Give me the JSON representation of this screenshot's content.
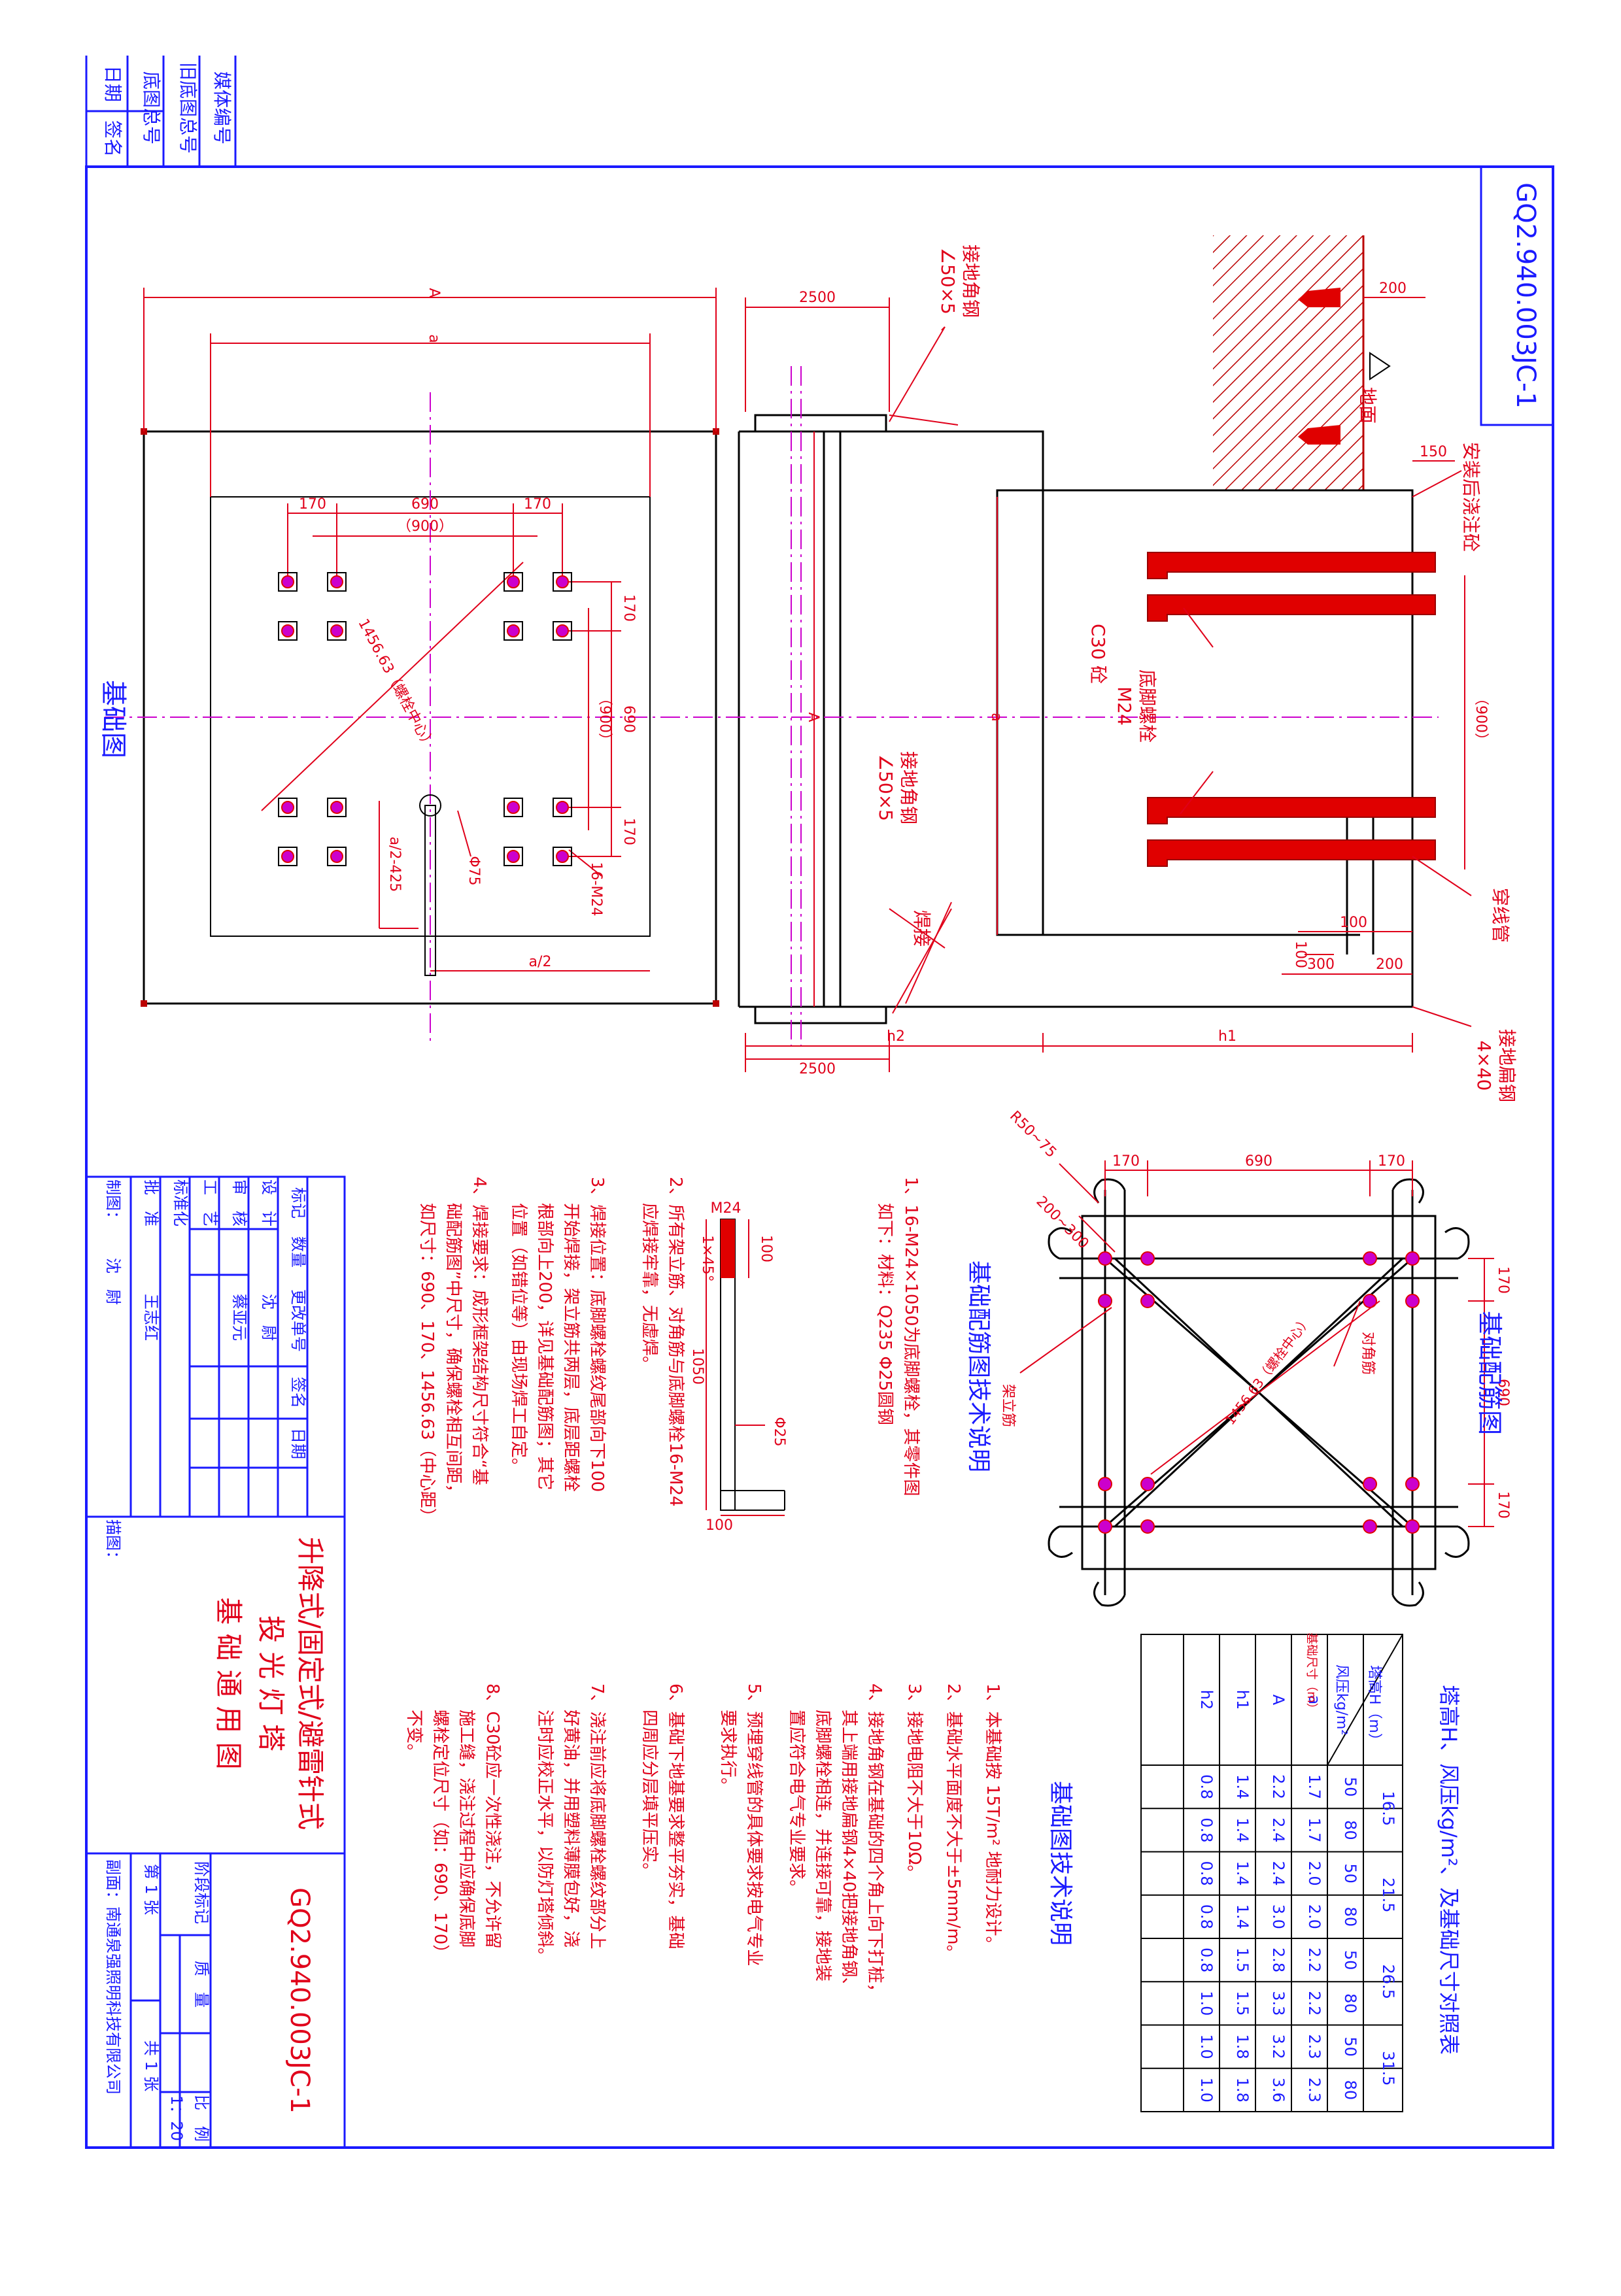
{
  "colors": {
    "frame": "#1a1aff",
    "dim": "#e0001a",
    "center": "#cc00cc",
    "line": "#000000",
    "bolt": "#ff0000"
  },
  "side_strip": {
    "media_no": "媒体编号",
    "old_base_total": "旧底图总号",
    "base_total": "底图总号",
    "date": "日期",
    "sign": "签名"
  },
  "drawing_no_box": "GQ2.940.003JC-1",
  "foundation_view": {
    "title": "基础图",
    "A": "A",
    "a": "a",
    "d690": "690",
    "d170a": "170",
    "d170b": "170",
    "d900": "（900）",
    "v170a": "170",
    "v690": "690",
    "v900": "（900）",
    "v170b": "170",
    "diag": "1456.63（螺栓中心）",
    "phi75": "Φ75",
    "bolt_note": "16-M24",
    "a2_425": "a/2-425",
    "a2": "a/2"
  },
  "section_view": {
    "d2500_top": "2500",
    "d2500_bot": "2500",
    "angle_top_1": "接地角钢",
    "angle_top_2": "∠50×5",
    "angle_mid_1": "接地角钢",
    "angle_mid_2": "∠50×5",
    "weld": "焊接",
    "c30": "C30 砼",
    "A": "A",
    "a": "a",
    "bolt_1": "底脚螺栓",
    "bolt_2": "M24",
    "h2": "h2",
    "h1": "h1",
    "d200_top": "200",
    "ground": "地面",
    "d150": "150",
    "pour_after": "安装后浇注砼",
    "d900": "（900）",
    "conduit": "穿线管",
    "d100a": "100",
    "d100b": "100",
    "d300": "300",
    "d200b": "200",
    "flat_1": "接地扁钢",
    "flat_2": "4×40"
  },
  "rebar_view": {
    "title": "基础配筋图",
    "d170a": "170",
    "d690": "690",
    "d170b": "170",
    "v170a": "170",
    "v690": "690",
    "v170b": "170",
    "r50": "R50~75",
    "r200": "200~300",
    "diag": "1456.63（螺栓中心）",
    "pair_bar": "对角筋",
    "frame_bar": "架立筋"
  },
  "table": {
    "title": "塔高H、风压kg/m²、及基础尺寸对照表",
    "corner_top": "塔高H（m）",
    "corner_mid": "风压kg/m²",
    "corner_bot": "基础尺寸（m）",
    "heights": [
      "16.5",
      "21.5",
      "26.5",
      "31.5"
    ],
    "winds": [
      "50",
      "80",
      "50",
      "80",
      "50",
      "80",
      "50",
      "80"
    ],
    "rows": [
      {
        "label": "a",
        "values": [
          "1.7",
          "1.7",
          "2.0",
          "2.0",
          "2.2",
          "2.2",
          "2.3",
          "2.3"
        ]
      },
      {
        "label": "A",
        "values": [
          "2.2",
          "2.4",
          "2.4",
          "3.0",
          "2.8",
          "3.3",
          "3.2",
          "3.6"
        ]
      },
      {
        "label": "h1",
        "values": [
          "1.4",
          "1.4",
          "1.4",
          "1.4",
          "1.5",
          "1.5",
          "1.8",
          "1.8"
        ]
      },
      {
        "label": "h2",
        "values": [
          "0.8",
          "0.8",
          "0.8",
          "0.8",
          "0.8",
          "1.0",
          "1.0",
          "1.0"
        ]
      }
    ]
  },
  "rebar_notes": {
    "title": "基础配筋图技术说明",
    "n1": "1、16-M24×1050为底脚螺栓，其零件图",
    "n1b": "如下：材料：Q235 Φ25圆钢",
    "n2": "2、所有架立筋、对角筋与底脚螺栓16-M24",
    "n2b": "应焊接牢靠，无虚焊。",
    "n3": "3、焊接位置：底脚螺栓螺纹尾部向下100",
    "n3b": "开始焊接，架立筋共两层，底层距螺栓",
    "n3c": "根部向上200，详见基础配筋图；其它",
    "n3d": "位置（如错位等）由现场焊工自定。",
    "n4": "4、焊接要求：成形框架结构尺寸符合“基",
    "n4b": "础配筋图”中尺寸，确保螺栓相互间距，",
    "n4c": "如尺寸：690、170、1456.63（中心距）"
  },
  "bolt_detail": {
    "m24": "M24",
    "d100": "100",
    "chamfer": "1×45°",
    "d1050": "1050",
    "phi25": "Φ25",
    "d100b": "100"
  },
  "tech_notes": {
    "title": "基础图技术说明",
    "n1": "1、本基础按 15T/m² 地耐力设计。",
    "n2": "2、基础水平面度不大于±5mm/m。",
    "n3": "3、接地电阻不大于10Ω。",
    "n4": "4、接地角钢在基础的四个角上向下打桩，",
    "n4b": "其上端用接地扁钢4×40把接地角钢、",
    "n4c": "底脚螺栓相连，并连接可靠，接地装",
    "n4d": "置应符合电气专业要求。",
    "n5": "5、预埋穿线管的具体要求按电气专业",
    "n5b": "要求执行。",
    "n6": "6、基础下地基要求整平夯实，基础",
    "n6b": "四周应分层填平压实。",
    "n7": "7、浇注前应将底脚螺栓螺纹部分上",
    "n7b": "好黄油，并用塑料薄膜包好，浇",
    "n7c": "注时应校正水平，以防灯塔倾斜。",
    "n8": "8、C30砼应一次性浇注，不允许留",
    "n8b": "施工缝，浇注过程中应确保底脚",
    "n8c": "螺栓定位尺寸（如：690、170）",
    "n8d": "不变。"
  },
  "title_block": {
    "marks": "标记",
    "count": "数量",
    "change_no": "更改单号",
    "signature": "签名",
    "date": "日期",
    "design": "设　计",
    "designer": "沈　尉",
    "check": "审　核",
    "checker": "蔡亚元",
    "craft": "工　艺",
    "standard": "标准化",
    "approve": "批　准",
    "approver": "王志红",
    "drawn": "制图：",
    "drawn_by": "沈　尉",
    "traced": "描图：",
    "heading_1": "升降式/固定式/避雷针式",
    "heading_2": "投 光 灯 塔",
    "heading_3": "基 础 通 用 图",
    "code": "GQ2.940.003JC-1",
    "stage": "阶段标记",
    "weight": "质　量",
    "scale": "比　例",
    "scale_val": "1：20",
    "sheet": "第 1 张",
    "total": "共 1 张",
    "company": "南通泉强照明科技有限公司",
    "copy": "副面："
  }
}
